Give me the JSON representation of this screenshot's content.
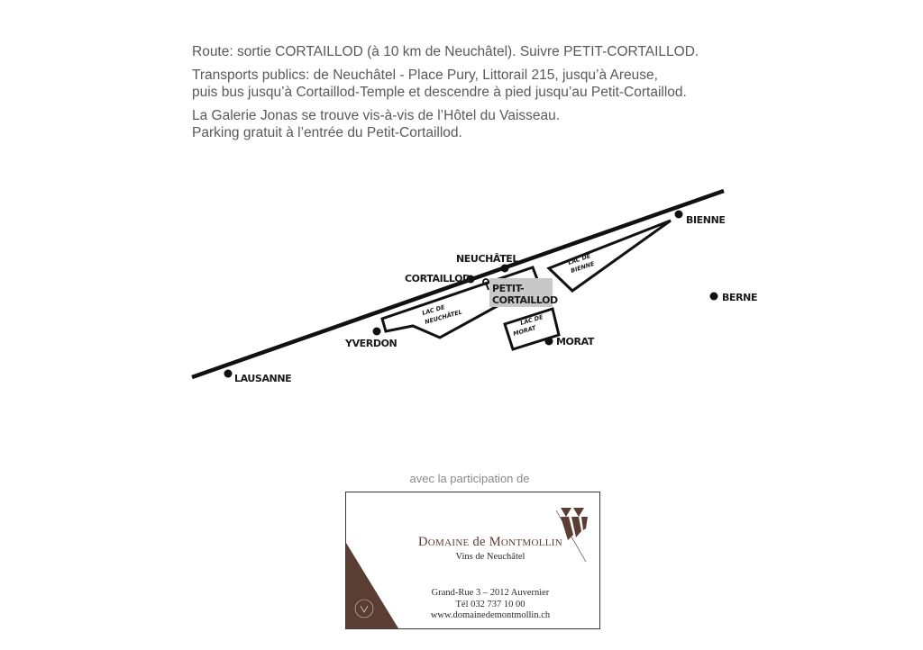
{
  "intro": {
    "route": "Route: sortie CORTAILLOD (à 10 km de Neuchâtel). Suivre PETIT-CORTAILLOD.",
    "transport_1": "Transports publics: de Neuchâtel - Place Pury, Littorail 215, jusqu’à Areuse,",
    "transport_2": "puis bus jusqu’à Cortaillod-Temple et descendre à pied jusqu’au Petit-Cortaillod.",
    "galerie": "La Galerie Jonas se trouve vis-à-vis de l’Hôtel du Vaisseau.",
    "parking": "Parking gratuit à l’entrée du Petit-Cortaillod."
  },
  "map": {
    "places": {
      "bienne": "BIENNE",
      "neuchatel": "NEUCHÂTEL",
      "cortaillod": "CORTAILLOD",
      "petit_cortaillod_1": "PETIT-",
      "petit_cortaillod_2": "CORTAILLOD",
      "berne": "BERNE",
      "yverdon": "YVERDON",
      "morat": "MORAT",
      "lausanne": "LAUSANNE"
    },
    "lakes": {
      "bienne_1": "LAC DE",
      "bienne_2": "BIENNE",
      "neuchatel_1": "LAC DE",
      "neuchatel_2": "NEUCHÂTEL",
      "morat_1": "LAC DE",
      "morat_2": "MORAT"
    },
    "colors": {
      "ink": "#111111",
      "highlight": "#c8c8c8"
    }
  },
  "participation": "avec la participation de",
  "card": {
    "brand_d": "D",
    "brand_omaine": "OMAINE",
    "brand_de": " de ",
    "brand_m": "M",
    "brand_ontmollin": "ONTMOLLIN",
    "subtitle": "Vins de Neuchâtel",
    "address": "Grand-Rue 3 – 2012 Auvernier",
    "phone": "Tél 032 737 10 00",
    "web": "www.domainedemontmollin.ch",
    "colors": {
      "brown": "#5a3e34"
    }
  }
}
